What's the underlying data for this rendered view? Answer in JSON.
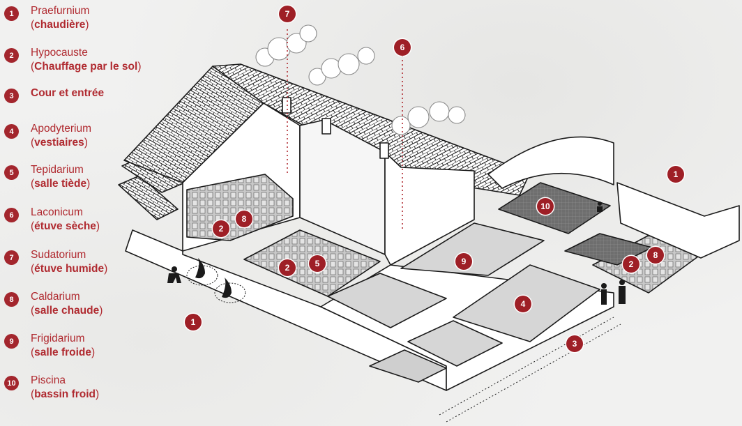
{
  "legend": [
    {
      "num": "1",
      "name": "Praefurnium",
      "desc": "chaudière"
    },
    {
      "num": "2",
      "name": "Hypocauste",
      "desc": "Chauffage par le sol"
    },
    {
      "num": "3",
      "name": "",
      "desc": "Cour et entrée"
    },
    {
      "num": "4",
      "name": "Apodyterium",
      "desc": "vestiaires"
    },
    {
      "num": "5",
      "name": "Tepidarium",
      "desc": "salle tiède"
    },
    {
      "num": "6",
      "name": "Laconicum",
      "desc": "étuve sèche"
    },
    {
      "num": "7",
      "name": "Sudatorium",
      "desc": "étuve humide"
    },
    {
      "num": "8",
      "name": "Caldarium",
      "desc": "salle chaude"
    },
    {
      "num": "9",
      "name": "Frigidarium",
      "desc": "salle froide"
    },
    {
      "num": "10",
      "name": "Piscina",
      "desc": "bassin froid"
    }
  ],
  "markers": {
    "m7": "7",
    "m6": "6",
    "m1_right": "1",
    "m10": "10",
    "m2_left": "2",
    "m8_left": "8",
    "m9": "9",
    "m2_mid": "2",
    "m5": "5",
    "m2_right": "2",
    "m8_right": "8",
    "m4": "4",
    "m3": "3",
    "m1_left": "1"
  },
  "colors": {
    "accent": "#a3262d",
    "background": "#f1f1f0",
    "line": "#1a1a1a",
    "floor": "#d9d9d9"
  }
}
